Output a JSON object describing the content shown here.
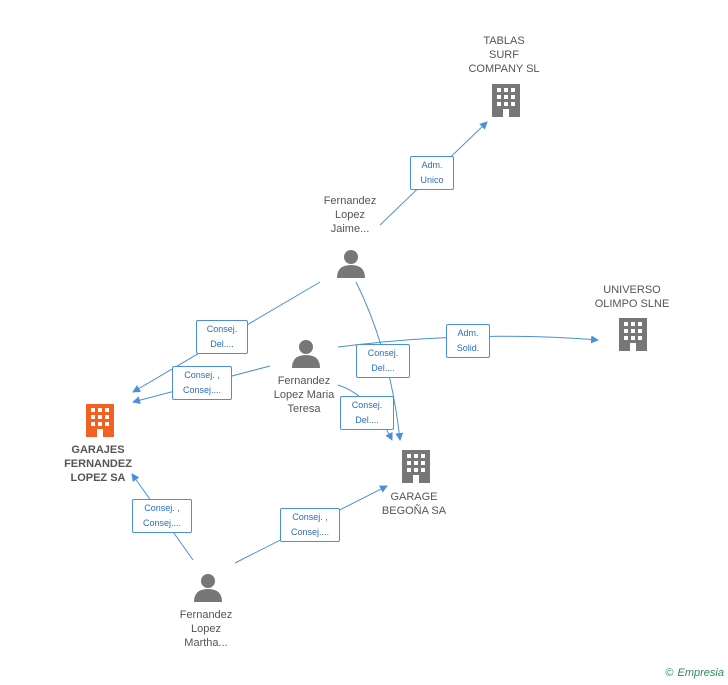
{
  "colors": {
    "edge": "#4a90d9",
    "company": "#777777",
    "focus_company": "#f26122",
    "person": "#777777",
    "brand": "#2e8b57"
  },
  "nodes": {
    "tablas": "TABLAS\nSURF\nCOMPANY SL",
    "jaime": "Fernandez\nLopez\nJaime...",
    "universo": "UNIVERSO\nOLIMPO SLNE",
    "teresa": "Fernandez\nLopez Maria\nTeresa",
    "garajes": "GARAJES\nFERNANDEZ\nLOPEZ SA",
    "garage": "GARAGE\nBEGOÑA SA",
    "martha": "Fernandez\nLopez\nMartha..."
  },
  "edges": {
    "adm_unico": "Adm.\nUnico",
    "adm_solid": "Adm.\nSolid.",
    "consej_del_1": "Consej.\nDel....",
    "consej_del_2": "Consej.\nDel....",
    "consej_del_3": "Consej.\nDel....",
    "consej_1": "Consej. ,\nConsej....",
    "consej_2": "Consej. ,\nConsej....",
    "consej_3": "Consej. ,\nConsej...."
  },
  "footer": {
    "copyright": "©",
    "brand": "Empresia"
  }
}
